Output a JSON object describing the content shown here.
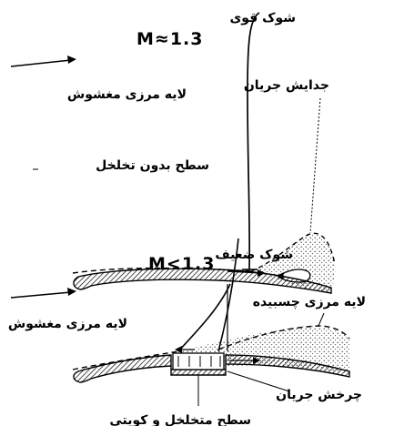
{
  "top_panel": {
    "mach_label": "M≈1.3",
    "shock_label": "شوک قوی",
    "separation_label": "جدایش جریان",
    "boundary_layer_label": "لایه مرزی مغشوش",
    "surface_label": "سطح بدون تخلخل"
  },
  "bottom_panel": {
    "mach_label": "M<1.3",
    "shock_label": "شوک ضعیف",
    "attached_layer_label": "لایه مرزی چسبیده",
    "boundary_layer_label": "لایه مرزی مغشوش",
    "recirculation_label": "چرخش جریان",
    "surface_label": "سطح متخلخل و کویتی"
  },
  "colors": {
    "ink": "#000000",
    "background": "#ffffff"
  }
}
